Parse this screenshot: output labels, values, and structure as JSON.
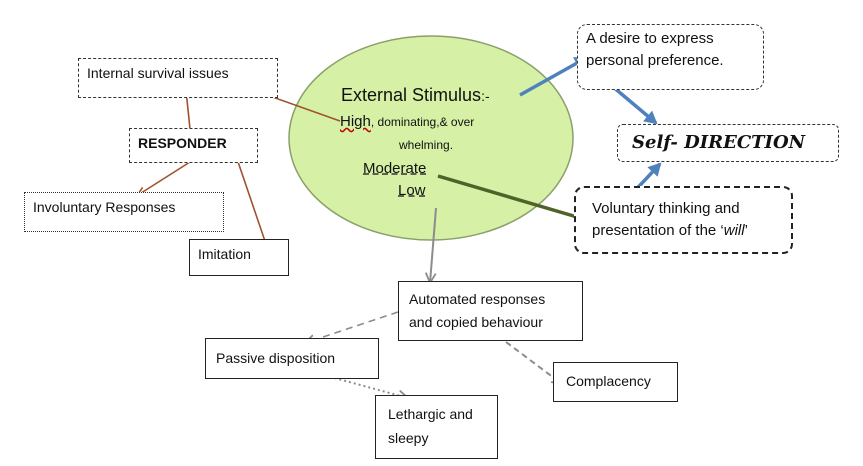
{
  "nodes": {
    "internal": "Internal survival issues",
    "responder": "RESPONDER",
    "involuntary": "Involuntary Responses",
    "imitation": "Imitation",
    "stimulus_title": "External Stimulus",
    "stimulus_suffix": ":-",
    "high": "High",
    "high_rest": ", dominating,& over",
    "high_rest2": "whelming.",
    "moderate": "Moderate",
    "low": "Low",
    "desire": "A desire to express personal preference.",
    "self_direction": "Self- DIRECTION",
    "voluntary_a": "Voluntary thinking and",
    "voluntary_b": "presentation of the ‘",
    "voluntary_will": "will",
    "voluntary_c": "’",
    "automated": "Automated responses and copied behaviour",
    "passive": "Passive disposition",
    "complacency": "Complacency",
    "lethargic": "Lethargic and sleepy"
  },
  "colors": {
    "ellipse_fill": "#d6f0a6",
    "ellipse_stroke": "#8aa06a",
    "brown": "#a0522d",
    "blue": "#4f81bd",
    "green": "#4f6228",
    "grey": "#8c8c8c"
  }
}
